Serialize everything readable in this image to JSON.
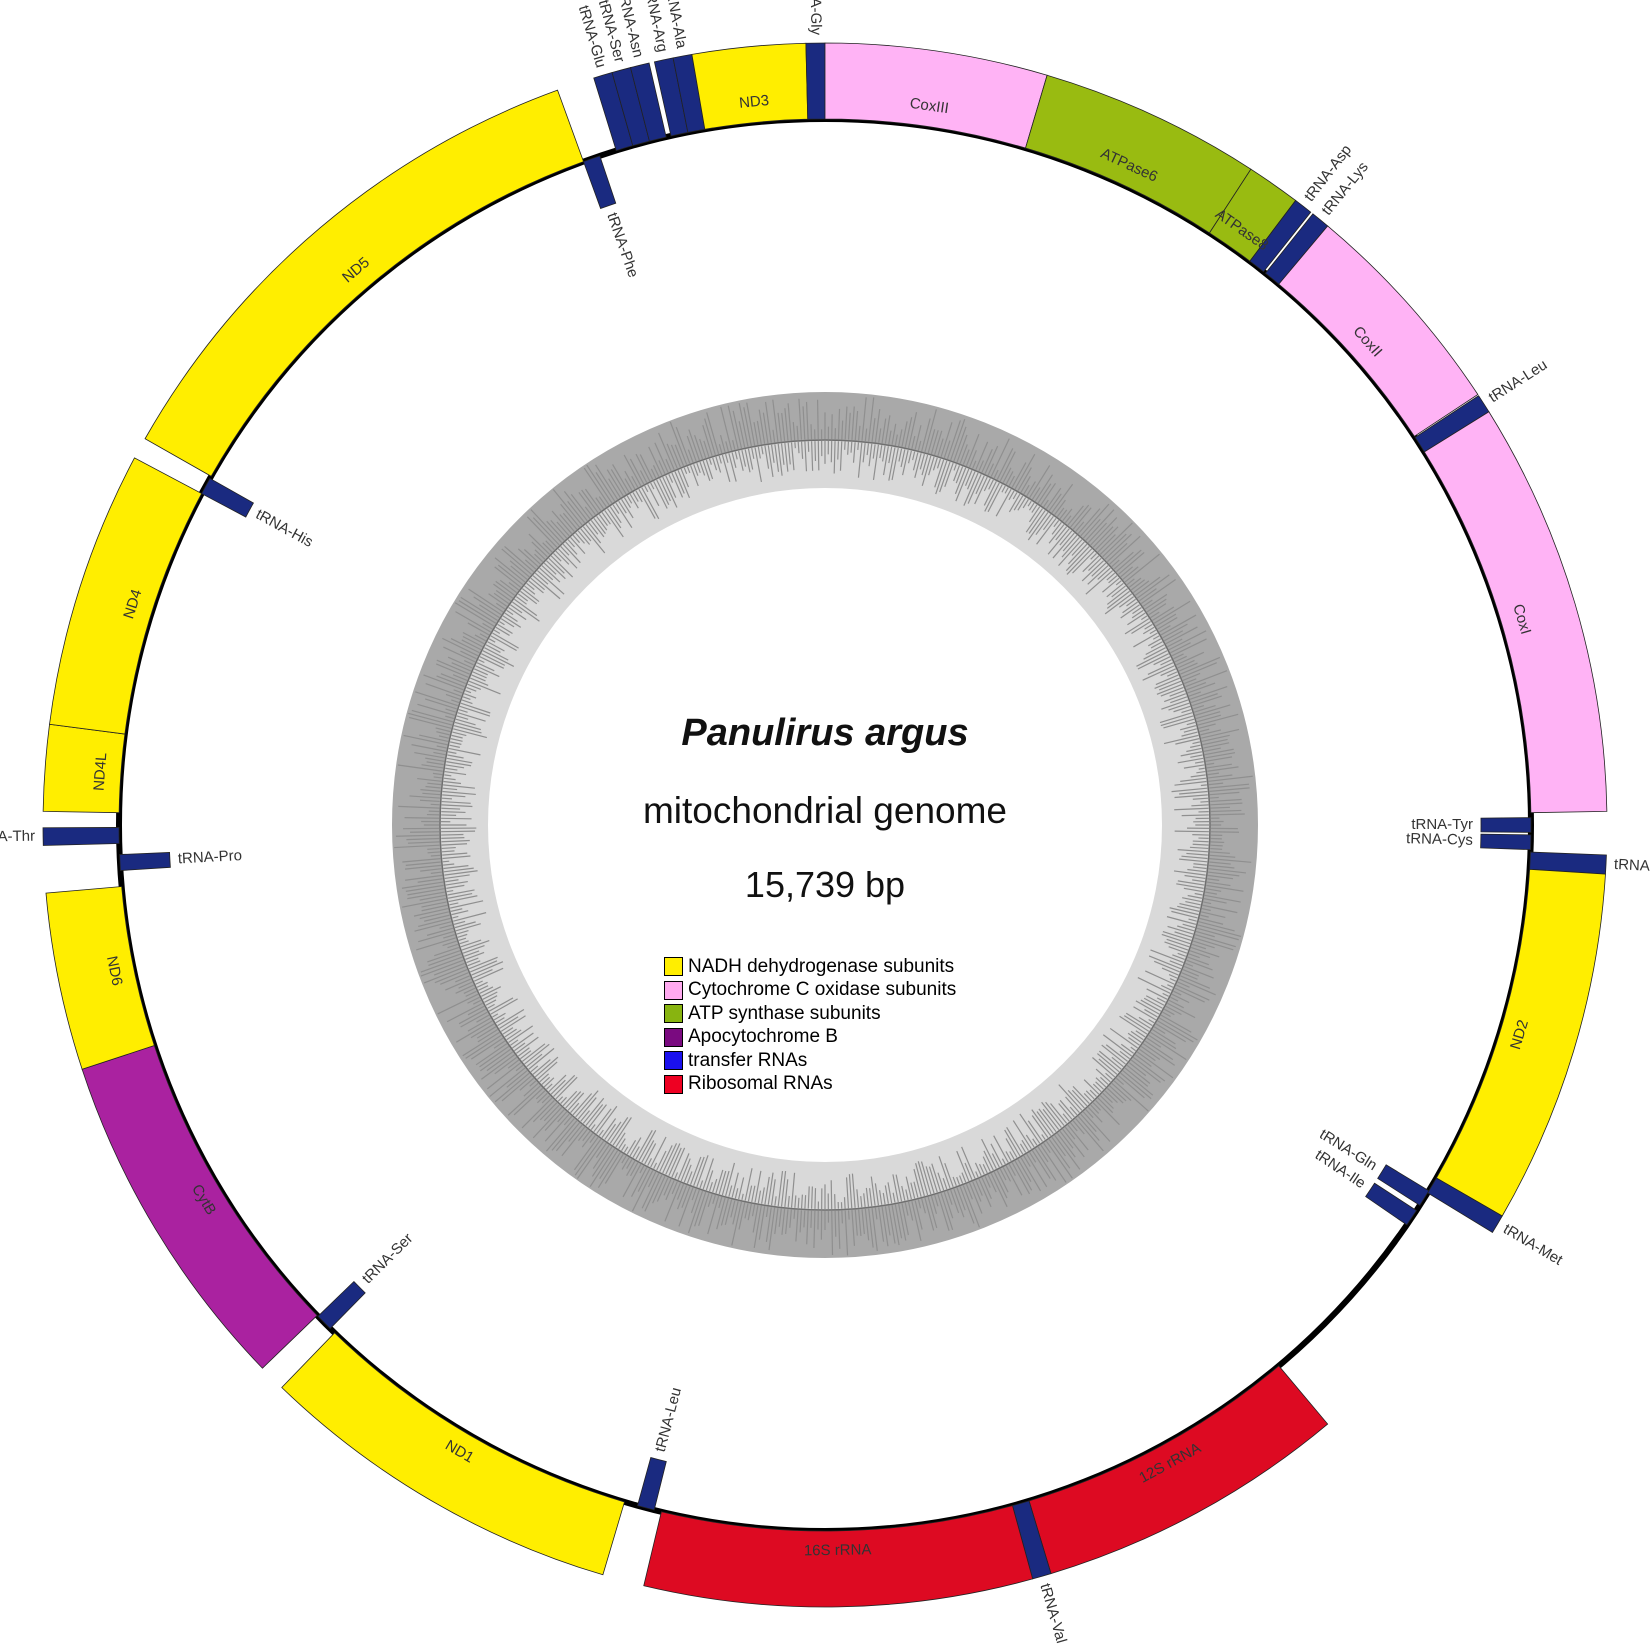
{
  "title": {
    "species": "Panulirus argus",
    "subtitle": "mitochondrial genome",
    "length": "15,739 bp"
  },
  "colors": {
    "nadh": "#ffee00",
    "cox": "#ffb3f5",
    "atp": "#99bb11",
    "cytb": "#aa22a0",
    "trna": "#1a2a80",
    "rrna": "#dd0a22",
    "backbone": "#000000",
    "gc_dark": "#a9a9a9",
    "gc_light": "#d9d9d9"
  },
  "legend": [
    {
      "label": "NADH dehydrogenase subunits",
      "color": "#ffee00"
    },
    {
      "label": "Cytochrome C oxidase subunits",
      "color": "#ffaaf0"
    },
    {
      "label": "ATP synthase subunits",
      "color": "#88b410"
    },
    {
      "label": "Apocytochrome B",
      "color": "#7a0a80"
    },
    {
      "label": "transfer RNAs",
      "color": "#1a10ee"
    },
    {
      "label": "Ribosomal RNAs",
      "color": "#ee0022"
    }
  ],
  "features": [
    {
      "name": "tRNA-Glu",
      "type": "trna",
      "start": -17.2,
      "end": -15.8,
      "strand": "outer"
    },
    {
      "name": "tRNA-Ser",
      "type": "trna",
      "start": -15.8,
      "end": -14.4,
      "strand": "outer"
    },
    {
      "name": "tRNA-Asn",
      "type": "trna",
      "start": -14.4,
      "end": -13.0,
      "strand": "outer"
    },
    {
      "name": "tRNA-Arg",
      "type": "trna",
      "start": -12.6,
      "end": -11.2,
      "strand": "outer"
    },
    {
      "name": "tRNA-Ala",
      "type": "trna",
      "start": -11.2,
      "end": -9.8,
      "strand": "outer"
    },
    {
      "name": "ND3",
      "type": "nadh",
      "start": -9.8,
      "end": -1.4,
      "strand": "outer"
    },
    {
      "name": "tRNA-Gly",
      "type": "trna",
      "start": -1.4,
      "end": 0.0,
      "strand": "outer"
    },
    {
      "name": "CoxIII",
      "type": "cox",
      "start": 0.0,
      "end": 16.5,
      "strand": "outer"
    },
    {
      "name": "ATPase6",
      "type": "atp",
      "start": 16.5,
      "end": 33.0,
      "strand": "outer"
    },
    {
      "name": "ATPase8",
      "type": "atp",
      "start": 33.0,
      "end": 37.0,
      "strand": "outer"
    },
    {
      "name": "tRNA-Asp",
      "type": "trna",
      "start": 37.0,
      "end": 38.4,
      "strand": "outer"
    },
    {
      "name": "tRNA-Lys",
      "type": "trna",
      "start": 38.6,
      "end": 40.0,
      "strand": "outer"
    },
    {
      "name": "CoxII",
      "type": "cox",
      "start": 40.0,
      "end": 56.6,
      "strand": "outer"
    },
    {
      "name": "tRNA-Leu",
      "type": "trna",
      "start": 56.7,
      "end": 58.1,
      "strand": "outer"
    },
    {
      "name": "CoxI",
      "type": "cox",
      "start": 58.1,
      "end": 89.0,
      "strand": "outer"
    },
    {
      "name": "tRNA-Tyr",
      "type": "trna",
      "start": 89.4,
      "end": 90.6,
      "strand": "inner"
    },
    {
      "name": "tRNA-Cys",
      "type": "trna",
      "start": 90.8,
      "end": 92.0,
      "strand": "inner"
    },
    {
      "name": "tRNA-Trp",
      "type": "trna",
      "start": 92.2,
      "end": 93.6,
      "strand": "outer"
    },
    {
      "name": "ND2",
      "type": "nadh",
      "start": 93.6,
      "end": 120.0,
      "strand": "outer"
    },
    {
      "name": "tRNA-Met",
      "type": "trna",
      "start": 120.0,
      "end": 121.4,
      "strand": "outer"
    },
    {
      "name": "tRNA-Gln",
      "type": "trna",
      "start": 121.2,
      "end": 122.6,
      "strand": "inner"
    },
    {
      "name": "tRNA-Ile",
      "type": "trna",
      "start": 123.1,
      "end": 124.5,
      "strand": "inner"
    },
    {
      "name": "12S rRNA",
      "type": "rrna",
      "start": 140.0,
      "end": 163.2,
      "strand": "outer"
    },
    {
      "name": "tRNA-Val",
      "type": "trna",
      "start": 163.2,
      "end": 164.6,
      "strand": "outer"
    },
    {
      "name": "16S rRNA",
      "type": "rrna",
      "start": 164.6,
      "end": 193.4,
      "strand": "outer"
    },
    {
      "name": "tRNA-Leu",
      "type": "trna",
      "start": 194.0,
      "end": 195.4,
      "strand": "inner"
    },
    {
      "name": "ND1",
      "type": "nadh",
      "start": 196.5,
      "end": 224.0,
      "strand": "outer"
    },
    {
      "name": "tRNA-Ser",
      "type": "trna",
      "start": 224.5,
      "end": 225.9,
      "strand": "inner"
    },
    {
      "name": "CytB",
      "type": "cytb",
      "start": 226.0,
      "end": 251.8,
      "strand": "outer"
    },
    {
      "name": "ND6",
      "type": "nadh",
      "start": 251.8,
      "end": 265.0,
      "strand": "outer"
    },
    {
      "name": "tRNA-Pro",
      "type": "trna",
      "start": 266.3,
      "end": 267.6,
      "strand": "inner"
    },
    {
      "name": "tRNA-Thr",
      "type": "trna",
      "start": 268.5,
      "end": 269.8,
      "strand": "outer"
    },
    {
      "name": "ND4L",
      "type": "nadh",
      "start": 271.0,
      "end": 277.4,
      "strand": "outer"
    },
    {
      "name": "ND4",
      "type": "nadh",
      "start": 277.4,
      "end": 298.0,
      "strand": "outer"
    },
    {
      "name": "tRNA-His",
      "type": "trna",
      "start": 298.0,
      "end": 299.4,
      "strand": "inner"
    },
    {
      "name": "ND5",
      "type": "nadh",
      "start": 299.6,
      "end": 340.0,
      "strand": "outer"
    },
    {
      "name": "tRNA-Phe",
      "type": "trna",
      "start": 340.0,
      "end": 341.4,
      "strand": "inner"
    }
  ]
}
